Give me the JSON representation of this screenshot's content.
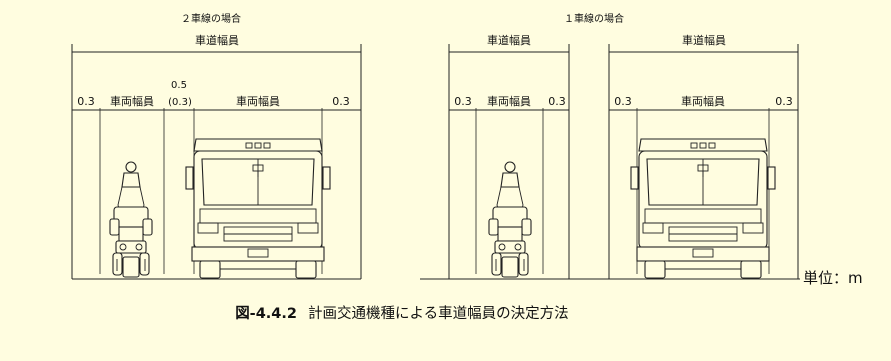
{
  "left_case": {
    "title": "２車線の場合",
    "roadway_width": "車道幅員",
    "seg_a": "0.3",
    "vehicle_width_1": "車両幅員",
    "gap_top": "0.5",
    "gap_paren": "(0.3)",
    "vehicle_width_2": "車両幅員",
    "seg_b": "0.3"
  },
  "right_case": {
    "title": "１車線の場合",
    "roadway_width_left": "車道幅員",
    "roadway_width_right": "車道幅員",
    "left_seg_a": "0.3",
    "left_vehicle_width": "車両幅員",
    "left_seg_b": "0.3",
    "right_seg_a": "0.3",
    "right_vehicle_width": "車両幅員",
    "right_seg_b": "0.3"
  },
  "unit": "単位：m",
  "caption": {
    "label": "図-4.4.2",
    "text": "計画交通機種による車道幅員の決定方法"
  }
}
